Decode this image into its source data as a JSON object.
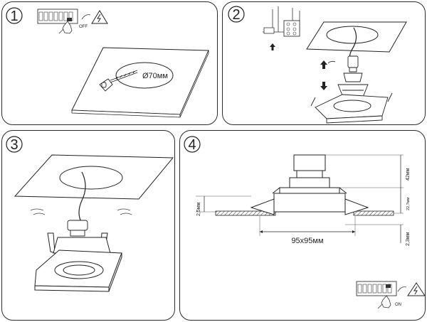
{
  "steps": {
    "s1": {
      "number": "1",
      "hole_label": "Ø70мм",
      "switch_label": "OFF"
    },
    "s2": {
      "number": "2"
    },
    "s3": {
      "number": "3"
    },
    "s4": {
      "number": "4",
      "width_label": "95x95мм",
      "height_top": "42мм",
      "cutout_height": "22,7мм",
      "height_bottom": "2,3мм",
      "side_height": "2,5мм",
      "switch_label": "ON"
    }
  },
  "icons": [
    "lightning-warning-icon",
    "hand-icon",
    "arrow-up-icon",
    "arrow-down-icon",
    "keyhole-saw-icon"
  ]
}
